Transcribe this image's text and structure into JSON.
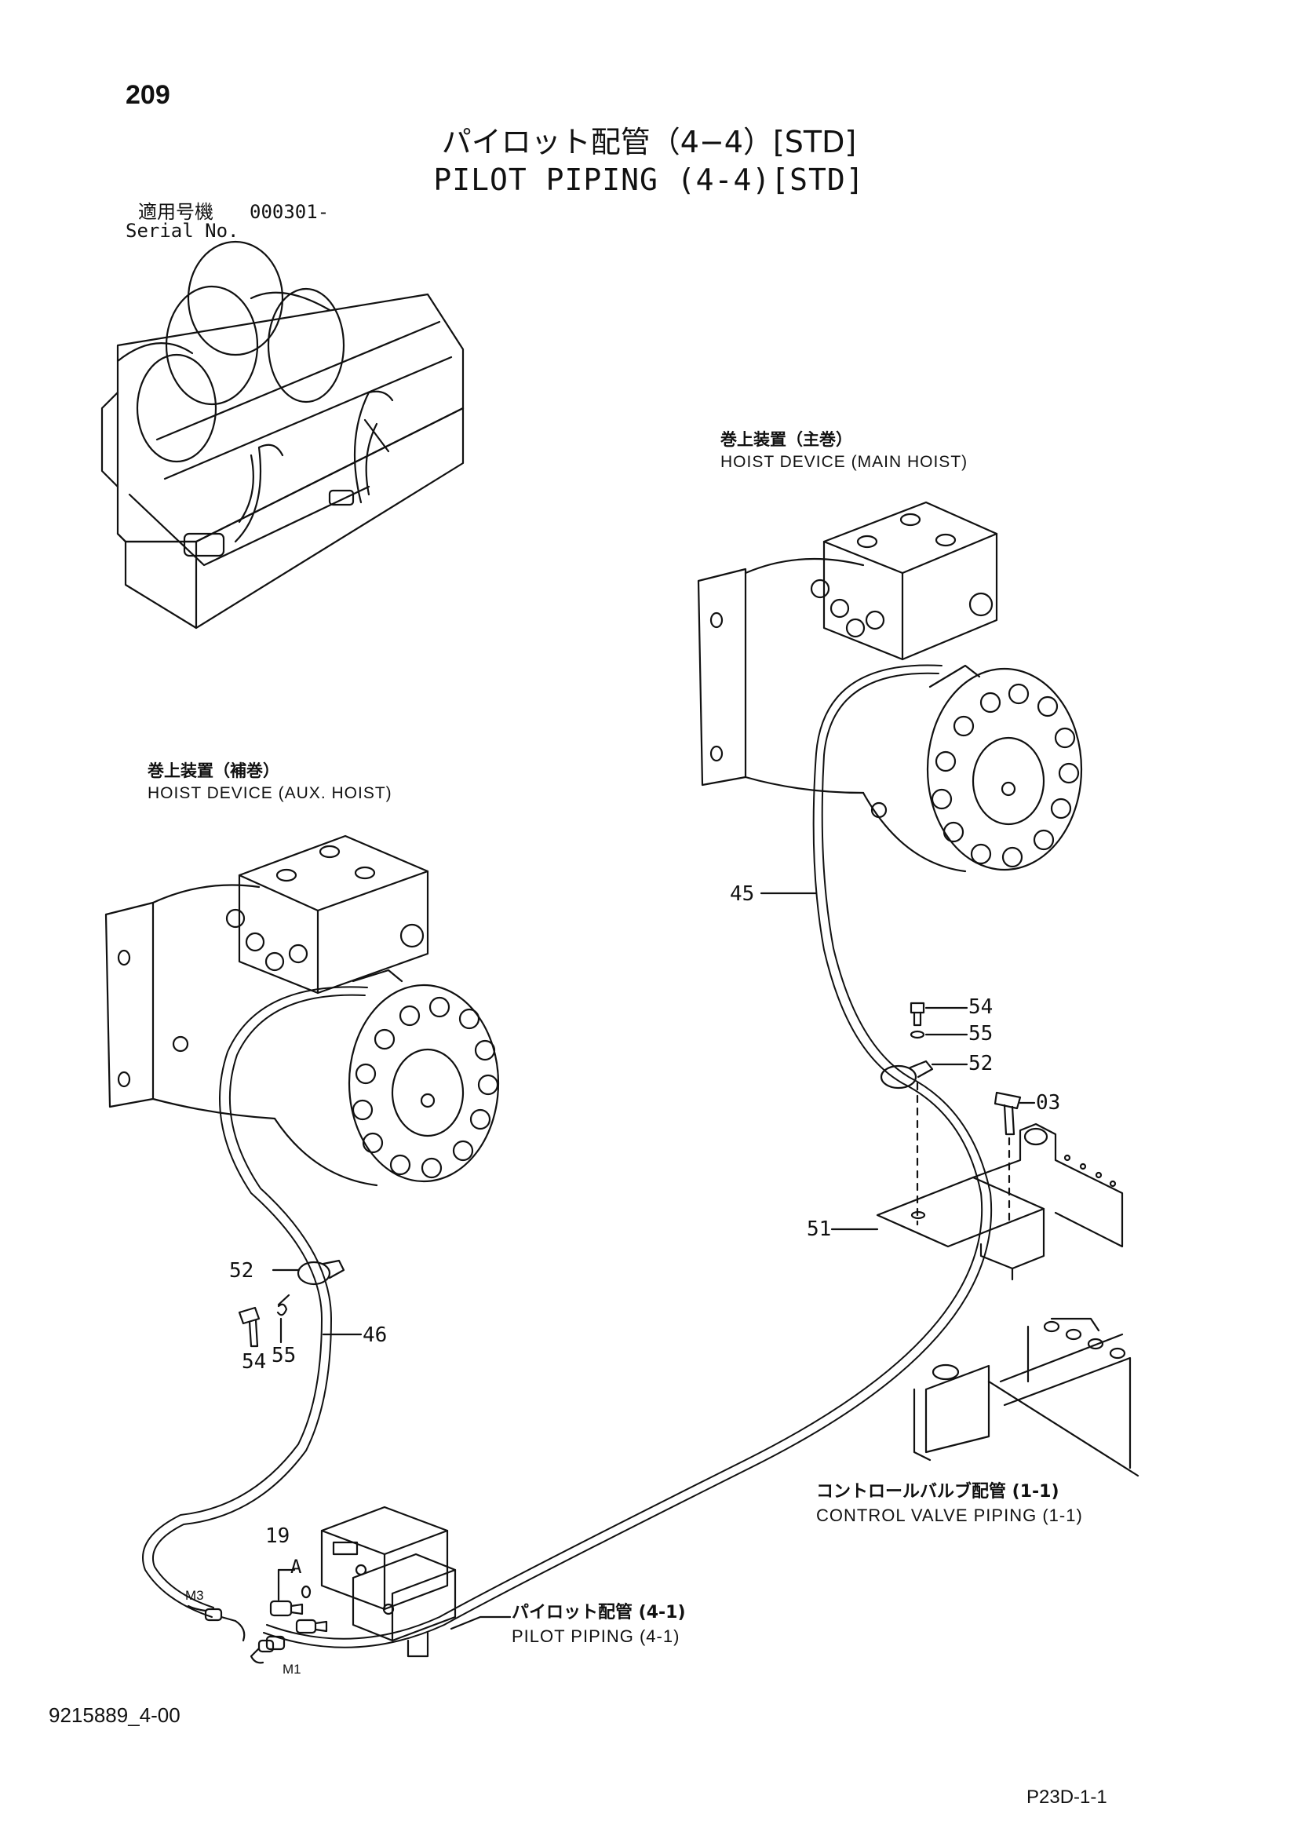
{
  "header": {
    "page_number": "209",
    "title_jp": "パイロット配管（4−4）[STD]",
    "title_en": "PILOT PIPING (4-4)[STD]",
    "serial_label_jp": "適用号機",
    "serial_value": "000301-",
    "serial_label_en": "Serial No."
  },
  "labels": {
    "main_hoist_jp": "巻上装置（主巻）",
    "main_hoist_en": "HOIST DEVICE (MAIN HOIST)",
    "aux_hoist_jp": "巻上装置（補巻）",
    "aux_hoist_en": "HOIST DEVICE (AUX. HOIST)",
    "control_valve_jp": "コントロールバルブ配管 (1-1)",
    "control_valve_en": "CONTROL VALVE PIPING (1-1)",
    "pilot_piping_jp": "パイロット配管 (4-1)",
    "pilot_piping_en": "PILOT PIPING (4-1)"
  },
  "parts": {
    "p45": "45",
    "p54a": "54",
    "p55a": "55",
    "p52a": "52",
    "p03": "03",
    "p51": "51",
    "p52b": "52",
    "p46": "46",
    "p54b": "54",
    "p55b": "55",
    "p19": "19",
    "pA": "A",
    "pM3": "M3",
    "pM1": "M1"
  },
  "footer": {
    "document_number": "9215889_4-00",
    "page_code": "P23D-1-1"
  }
}
